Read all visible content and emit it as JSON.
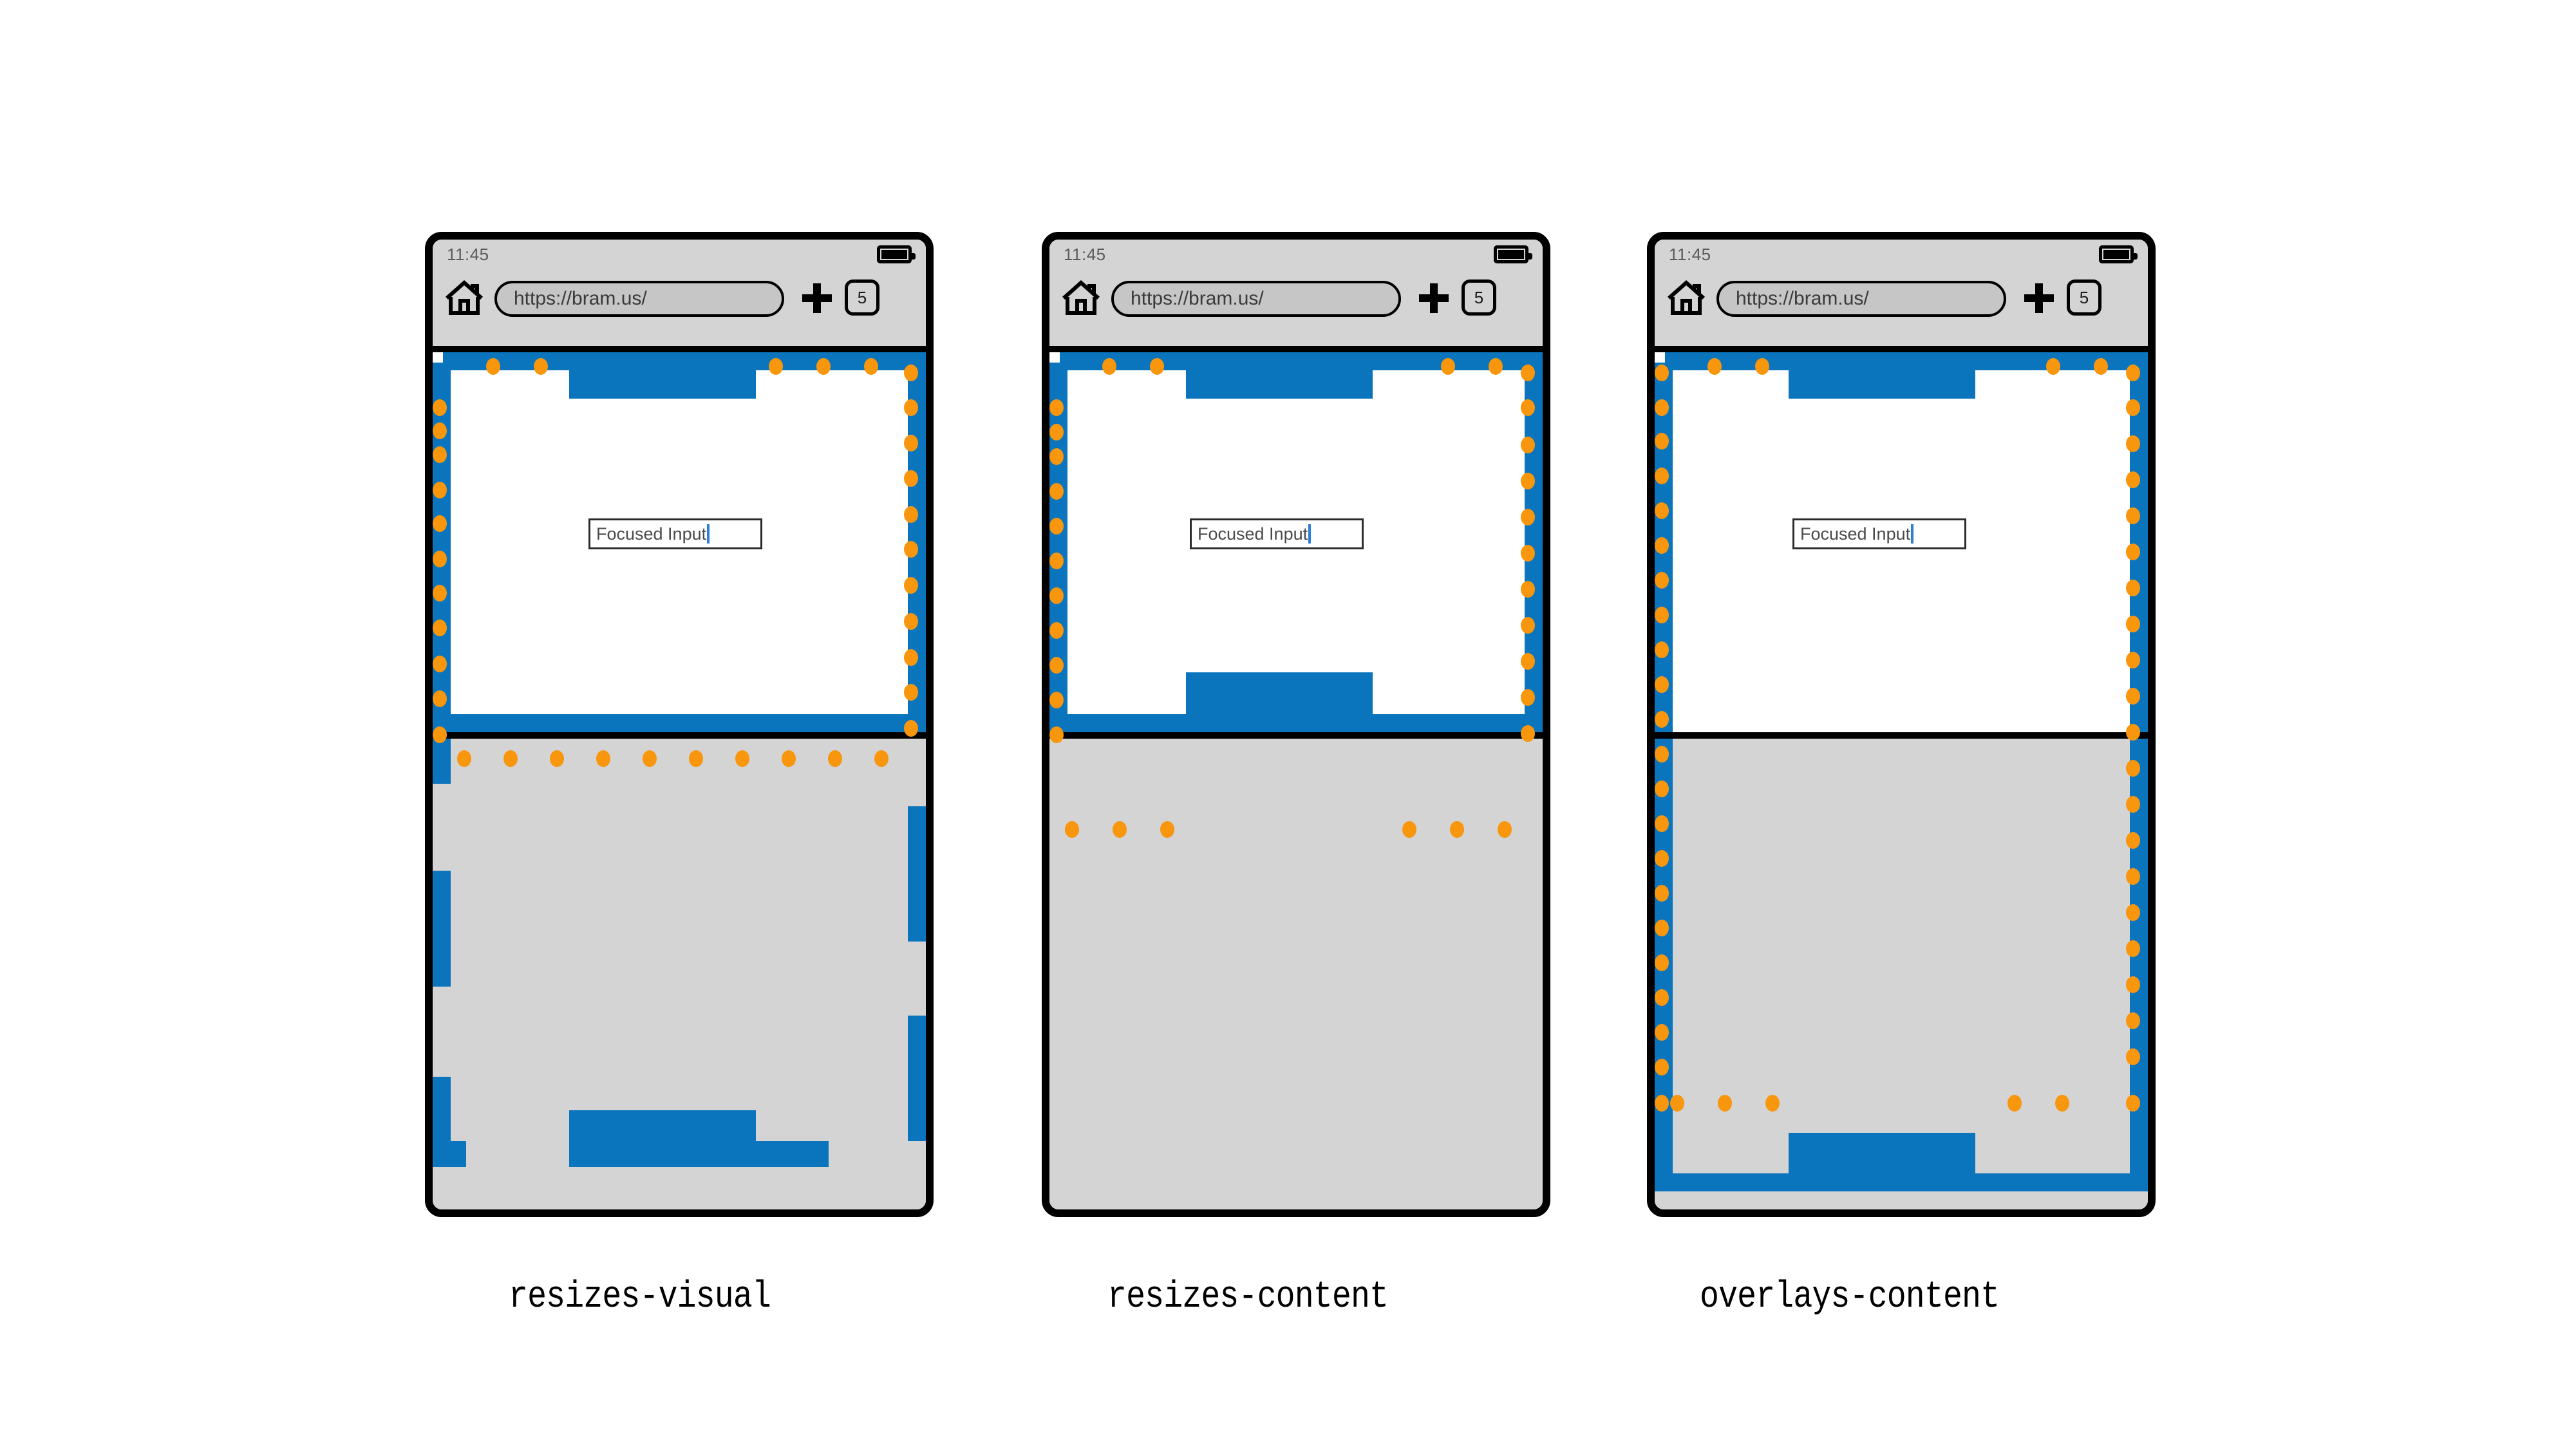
{
  "figure": {
    "title": "Virtual keyboard viewport behaviour comparison",
    "colors": {
      "viewport_ribbon": "#0a74bc",
      "marker_dot": "#f8960d",
      "chrome": "#d4d4d4",
      "keyboard": "#d4d4d4",
      "content": "#ffffff",
      "frame": "#000000",
      "caret": "#2b7fd4"
    }
  },
  "phones": [
    {
      "id": "resizes-visual",
      "caption": "resizes-visual",
      "status_bar": {
        "clock": "11:45",
        "battery_icon": "battery-full-icon"
      },
      "browser_bar": {
        "home_icon": "home-icon",
        "url": "https://bram.us/",
        "new_tab_icon": "plus-icon",
        "tab_count": "5"
      },
      "content": {
        "input_value": "Focused Input",
        "input_state": "focused"
      },
      "keyboard": {
        "visible": true,
        "label": "virtual-keyboard"
      }
    },
    {
      "id": "resizes-content",
      "caption": "resizes-content",
      "status_bar": {
        "clock": "11:45",
        "battery_icon": "battery-full-icon"
      },
      "browser_bar": {
        "home_icon": "home-icon",
        "url": "https://bram.us/",
        "new_tab_icon": "plus-icon",
        "tab_count": "5"
      },
      "content": {
        "input_value": "Focused Input",
        "input_state": "focused"
      },
      "keyboard": {
        "visible": true,
        "label": "virtual-keyboard"
      }
    },
    {
      "id": "overlays-content",
      "caption": "overlays-content",
      "status_bar": {
        "clock": "11:45",
        "battery_icon": "battery-full-icon"
      },
      "browser_bar": {
        "home_icon": "home-icon",
        "url": "https://bram.us/",
        "new_tab_icon": "plus-icon",
        "tab_count": "5"
      },
      "content": {
        "input_value": "Focused Input",
        "input_state": "focused"
      },
      "keyboard": {
        "visible": true,
        "label": "virtual-keyboard"
      }
    }
  ]
}
